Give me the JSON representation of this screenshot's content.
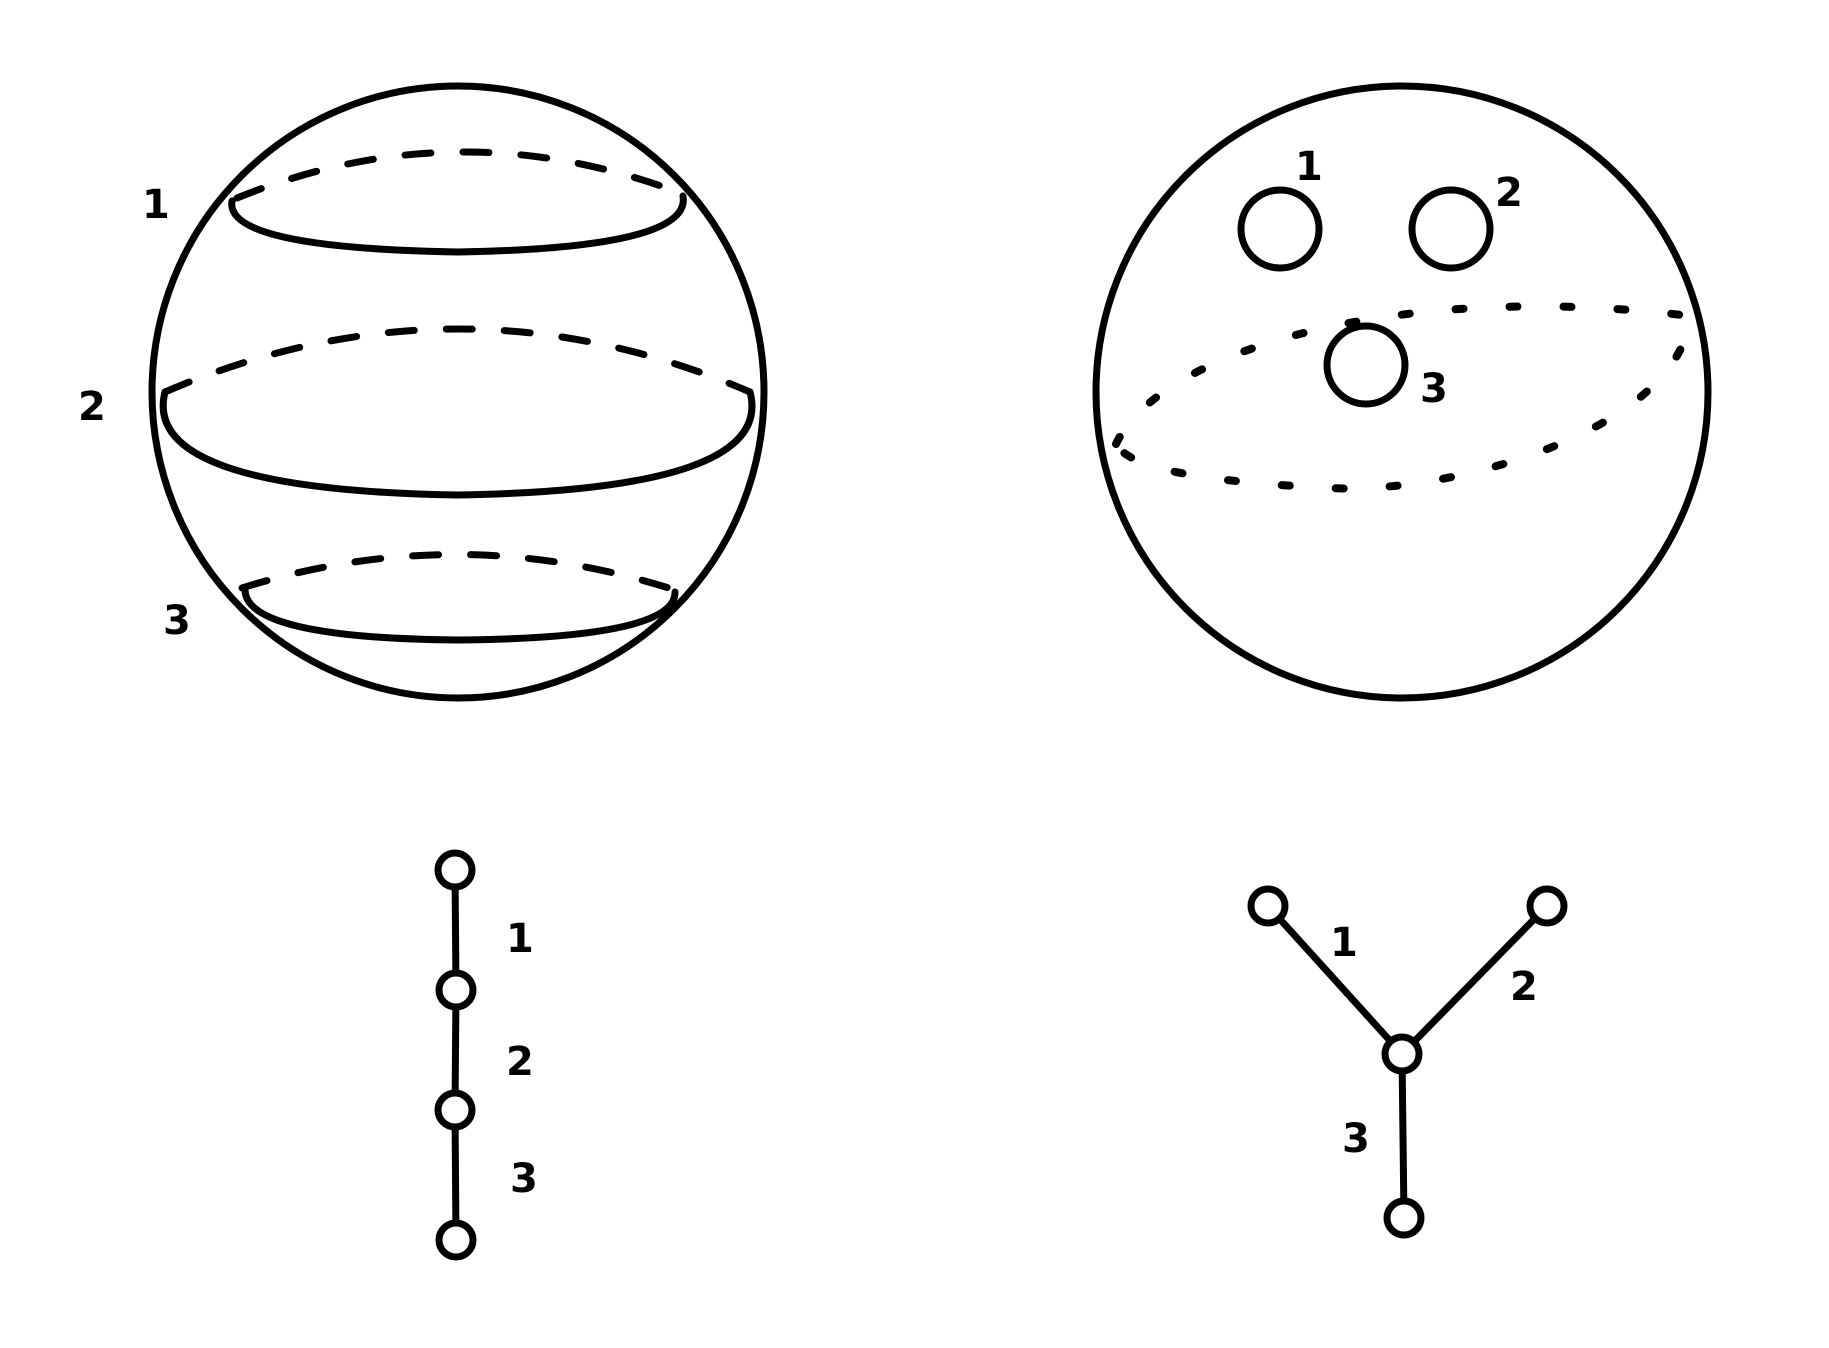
{
  "left_sphere": {
    "labels": [
      "1",
      "2",
      "3"
    ]
  },
  "right_sphere": {
    "labels": [
      "1",
      "2",
      "3"
    ]
  },
  "path_graph": {
    "edge_labels": [
      "1",
      "2",
      "3"
    ]
  },
  "star_graph": {
    "edge_labels": [
      "1",
      "2",
      "3"
    ]
  },
  "colors": {
    "ink": "#000000",
    "background": "#ffffff"
  }
}
